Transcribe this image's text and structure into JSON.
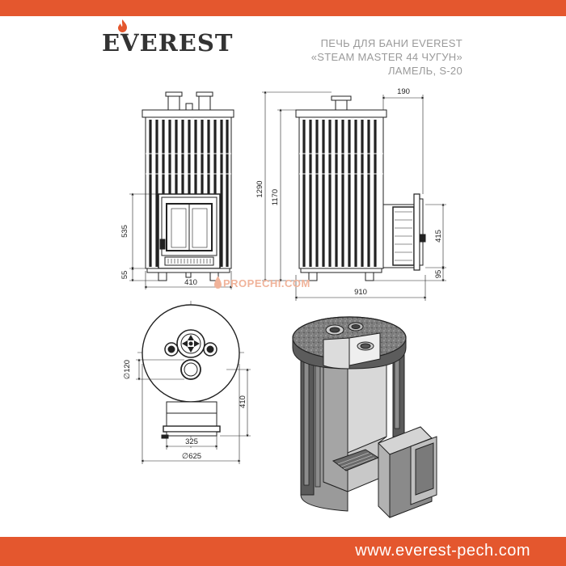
{
  "brand": {
    "name": "EVEREST",
    "accent_color": "#e4572e",
    "text_color": "#333333"
  },
  "heading": {
    "line1": "ПЕЧЬ ДЛЯ БАНИ EVEREST",
    "line2": "«STEAM MASTER 44 ЧУГУН»",
    "line3": "ЛАМЕЛЬ, S-20"
  },
  "watermark": {
    "text": "PROPECHI.COM",
    "icon": "flame-drop-icon"
  },
  "footer": {
    "url": "www.everest-pech.com"
  },
  "dimensions": {
    "front": {
      "door_height": "535",
      "leg_height": "55",
      "width": "410"
    },
    "side": {
      "total_height": "1290",
      "body_height": "1170",
      "tunnel_length": "190",
      "tunnel_height": "415",
      "tunnel_bottom": "95",
      "depth": "910"
    },
    "top": {
      "flue_diameter": "∅120",
      "tunnel_depth": "410",
      "tunnel_width": "325",
      "diameter": "∅625"
    }
  },
  "views": [
    "front-view",
    "side-view",
    "top-view",
    "cutaway-view"
  ]
}
